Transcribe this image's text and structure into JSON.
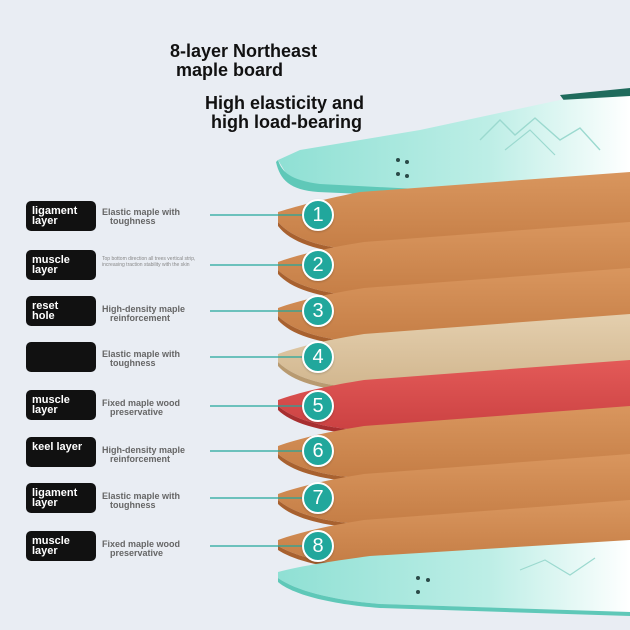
{
  "title_line1": "8-layer Northeast",
  "title_line2": "maple board",
  "subtitle_line1": "High elasticity and",
  "subtitle_line2": "high load-bearing",
  "accent_color": "#21a79c",
  "layers": [
    {
      "number": "1",
      "badge_line1": "ligament",
      "badge_line2": "layer",
      "desc_line1": "Elastic maple with",
      "desc_line2": "toughness"
    },
    {
      "number": "2",
      "badge_line1": "muscle",
      "badge_line2": "layer",
      "desc_line1": "Top bottom direction all trees vertical strip, increasing traction stability with the skin",
      "desc_line2": ""
    },
    {
      "number": "3",
      "badge_line1": "reset",
      "badge_line2": "hole",
      "desc_line1": "High-density maple",
      "desc_line2": "reinforcement"
    },
    {
      "number": "4",
      "badge_line1": "",
      "badge_line2": "",
      "desc_line1": "Elastic maple with",
      "desc_line2": "toughness"
    },
    {
      "number": "5",
      "badge_line1": "muscle",
      "badge_line2": "layer",
      "desc_line1": "Fixed maple wood",
      "desc_line2": "preservative"
    },
    {
      "number": "6",
      "badge_line1": "keel layer",
      "badge_line2": "",
      "desc_line1": "High-density maple",
      "desc_line2": "reinforcement"
    },
    {
      "number": "7",
      "badge_line1": "ligament",
      "badge_line2": "layer",
      "desc_line1": "Elastic maple with",
      "desc_line2": "toughness"
    },
    {
      "number": "8",
      "badge_line1": "muscle",
      "badge_line2": "layer",
      "desc_line1": "Fixed maple wood",
      "desc_line2": "preservative"
    }
  ]
}
